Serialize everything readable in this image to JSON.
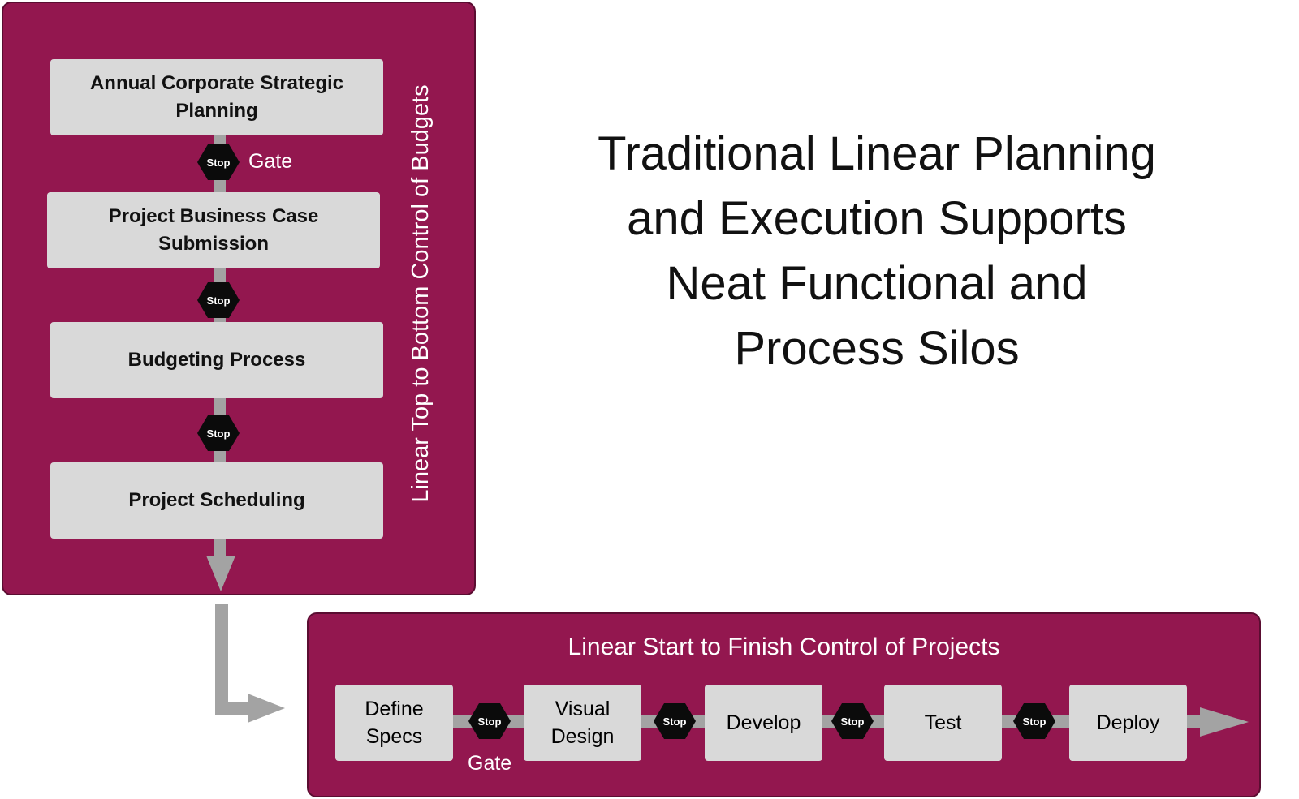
{
  "headline": {
    "lines": [
      "Traditional Linear Planning",
      "and Execution Supports",
      "Neat Functional and",
      "Process Silos"
    ]
  },
  "budget_panel": {
    "vertical_label": "Linear Top to Bottom Control of Budgets",
    "steps": [
      {
        "lines": [
          "Annual Corporate Strategic",
          "Planning"
        ]
      },
      {
        "lines": [
          "Project Business Case",
          "Submission"
        ]
      },
      {
        "lines": [
          "Budgeting Process"
        ]
      },
      {
        "lines": [
          "Project Scheduling"
        ]
      }
    ],
    "gate_label": "Gate"
  },
  "project_panel": {
    "title": "Linear Start to Finish Control of Projects",
    "steps": [
      {
        "lines": [
          "Define",
          "Specs"
        ]
      },
      {
        "lines": [
          "Visual",
          "Design"
        ]
      },
      {
        "lines": [
          "Develop"
        ]
      },
      {
        "lines": [
          "Test"
        ]
      },
      {
        "lines": [
          "Deploy"
        ]
      }
    ],
    "gate_label": "Gate"
  },
  "stop_label": "Stop",
  "colors": {
    "panel": "#93174f",
    "box": "#d9d9d9",
    "connector": "#a3a3a3",
    "stop_sign": "#0b0b0b",
    "text_on_panel": "#ffffff"
  }
}
